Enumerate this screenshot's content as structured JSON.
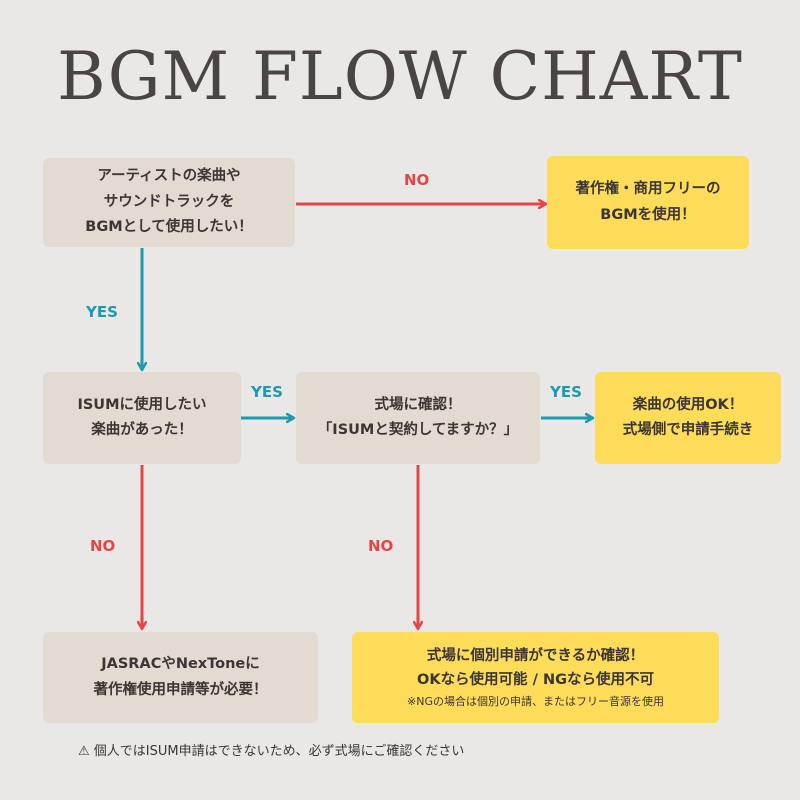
{
  "title": "BGM FLOW CHART",
  "colors": {
    "beige": "#e3dad2",
    "yellow": "#fddc5a",
    "yes": "#1c9ab0",
    "no": "#e64545"
  },
  "boxes": {
    "start": [
      "アーティストの楽曲や",
      "サウンドトラックを",
      "BGMとして使用したい！"
    ],
    "free_bgm": [
      "著作権・商用フリーの",
      "BGMを使用！"
    ],
    "isum_exists": [
      "ISUMに使用したい",
      "楽曲があった！"
    ],
    "venue_confirm": [
      "式場に確認！",
      "「ISUMと契約してますか？」"
    ],
    "ok_result": [
      "楽曲の使用OK！",
      "式場側で申請手続き"
    ],
    "jasrac": [
      "JASRACやNexToneに",
      "著作権使用申請等が必要！"
    ],
    "individual": [
      "式場に個別申請ができるか確認！",
      "OKなら使用可能 / NGなら使用不可"
    ],
    "individual_note": "※NGの場合は個別の申請、またはフリー音源を使用"
  },
  "labels": {
    "yes": "YES",
    "no": "NO"
  },
  "footer": {
    "icon": "⚠",
    "text": "個人ではISUM申請はできないため、必ず式場にご確認ください"
  }
}
